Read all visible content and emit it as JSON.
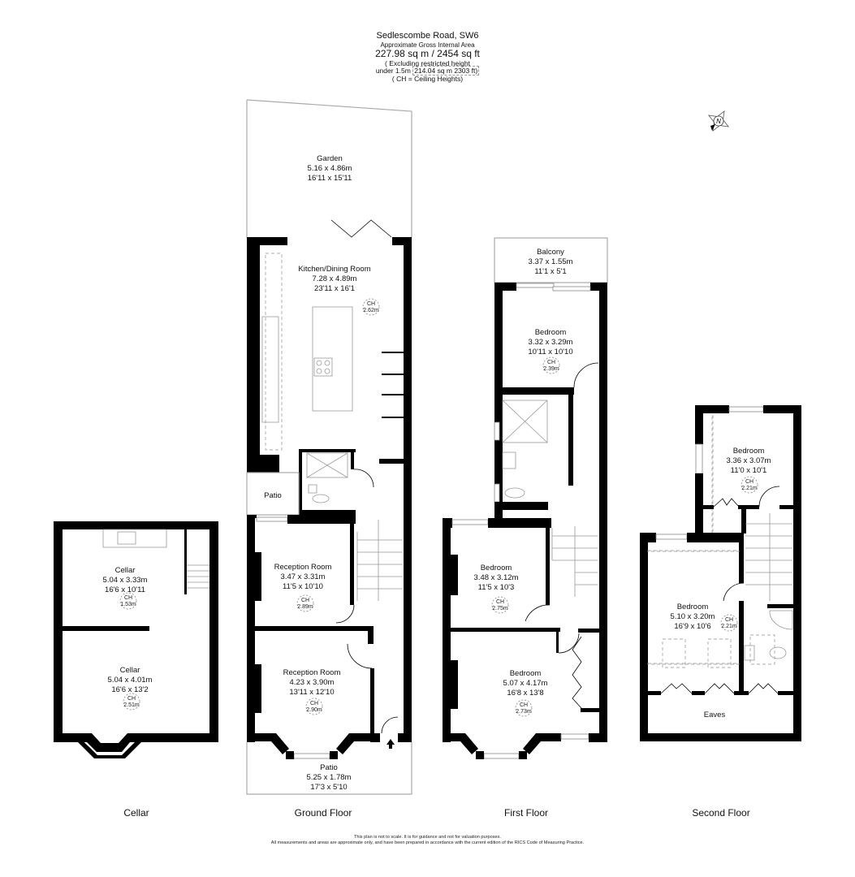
{
  "header": {
    "title": "Sedlescombe Road, SW6",
    "subtitle": "Approximate Gross Internal Area",
    "area": "227.98 sq m / 2454 sq ft",
    "note_line1": "( Excluding restricted height",
    "note_line2_prefix": "under 1.5m",
    "note_line2_boxed": "214.04 sq m 2303 ft)",
    "note_line3": "( CH = Ceiling Heights)"
  },
  "compass": {
    "icon": "north-compass-icon",
    "label": "N"
  },
  "floors": [
    {
      "id": "cellar",
      "label": "Cellar"
    },
    {
      "id": "ground",
      "label": "Ground Floor"
    },
    {
      "id": "first",
      "label": "First Floor"
    },
    {
      "id": "second",
      "label": "Second Floor"
    }
  ],
  "rooms": {
    "cellar_upper": {
      "name": "Cellar",
      "metric": "5.04 x 3.33m",
      "imperial": "16'6 x 10'11",
      "ch_label": "CH",
      "ch": "1.53m"
    },
    "cellar_lower": {
      "name": "Cellar",
      "metric": "5.04 x 4.01m",
      "imperial": "16'6 x 13'2",
      "ch_label": "CH",
      "ch": "2.51m"
    },
    "garden": {
      "name": "Garden",
      "metric": "5.16 x 4.86m",
      "imperial": "16'11 x 15'11"
    },
    "kitchen": {
      "name": "Kitchen/Dining Room",
      "metric": "7.28 x 4.89m",
      "imperial": "23'11 x 16'1",
      "ch_label": "CH",
      "ch": "2.62m"
    },
    "patio_side": {
      "name": "Patio"
    },
    "reception_rear": {
      "name": "Reception Room",
      "metric": "3.47 x 3.31m",
      "imperial": "11'5 x 10'10",
      "ch_label": "CH",
      "ch": "2.89m"
    },
    "reception_front": {
      "name": "Reception Room",
      "metric": "4.23 x 3.90m",
      "imperial": "13'11 x 12'10",
      "ch_label": "CH",
      "ch": "2.90m"
    },
    "patio_front": {
      "name": "Patio",
      "metric": "5.25 x 1.78m",
      "imperial": "17'3 x 5'10"
    },
    "balcony": {
      "name": "Balcony",
      "metric": "3.37 x 1.55m",
      "imperial": "11'1 x 5'1"
    },
    "bedroom_f1_rear": {
      "name": "Bedroom",
      "metric": "3.32 x 3.29m",
      "imperial": "10'11 x 10'10",
      "ch_label": "CH",
      "ch": "2.39m"
    },
    "bedroom_f1_mid": {
      "name": "Bedroom",
      "metric": "3.48 x 3.12m",
      "imperial": "11'5 x 10'3",
      "ch_label": "CH",
      "ch": "2.75m"
    },
    "bedroom_f1_front": {
      "name": "Bedroom",
      "metric": "5.07 x 4.17m",
      "imperial": "16'8 x 13'8",
      "ch_label": "CH",
      "ch": "2.73m"
    },
    "bedroom_f2_rear": {
      "name": "Bedroom",
      "metric": "3.36 x 3.07m",
      "imperial": "11'0 x 10'1",
      "ch_label": "CH",
      "ch": "2.21m"
    },
    "bedroom_f2_front": {
      "name": "Bedroom",
      "metric": "5.10 x 3.20m",
      "imperial": "16'9 x 10'6",
      "ch_label": "CH",
      "ch": "2.21m"
    },
    "eaves": {
      "name": "Eaves"
    }
  },
  "footer": {
    "line1": "This plan is not to scale. It is for guidance and not for valuation purposes.",
    "line2": "All measurements and areas are approximate only, and have been prepared in accordance with the current edition of the RICS Code of Measuring Practice."
  },
  "colors": {
    "wall": "#000000",
    "outline": "#aaaaaa",
    "text": "#111111",
    "background": "#ffffff"
  }
}
